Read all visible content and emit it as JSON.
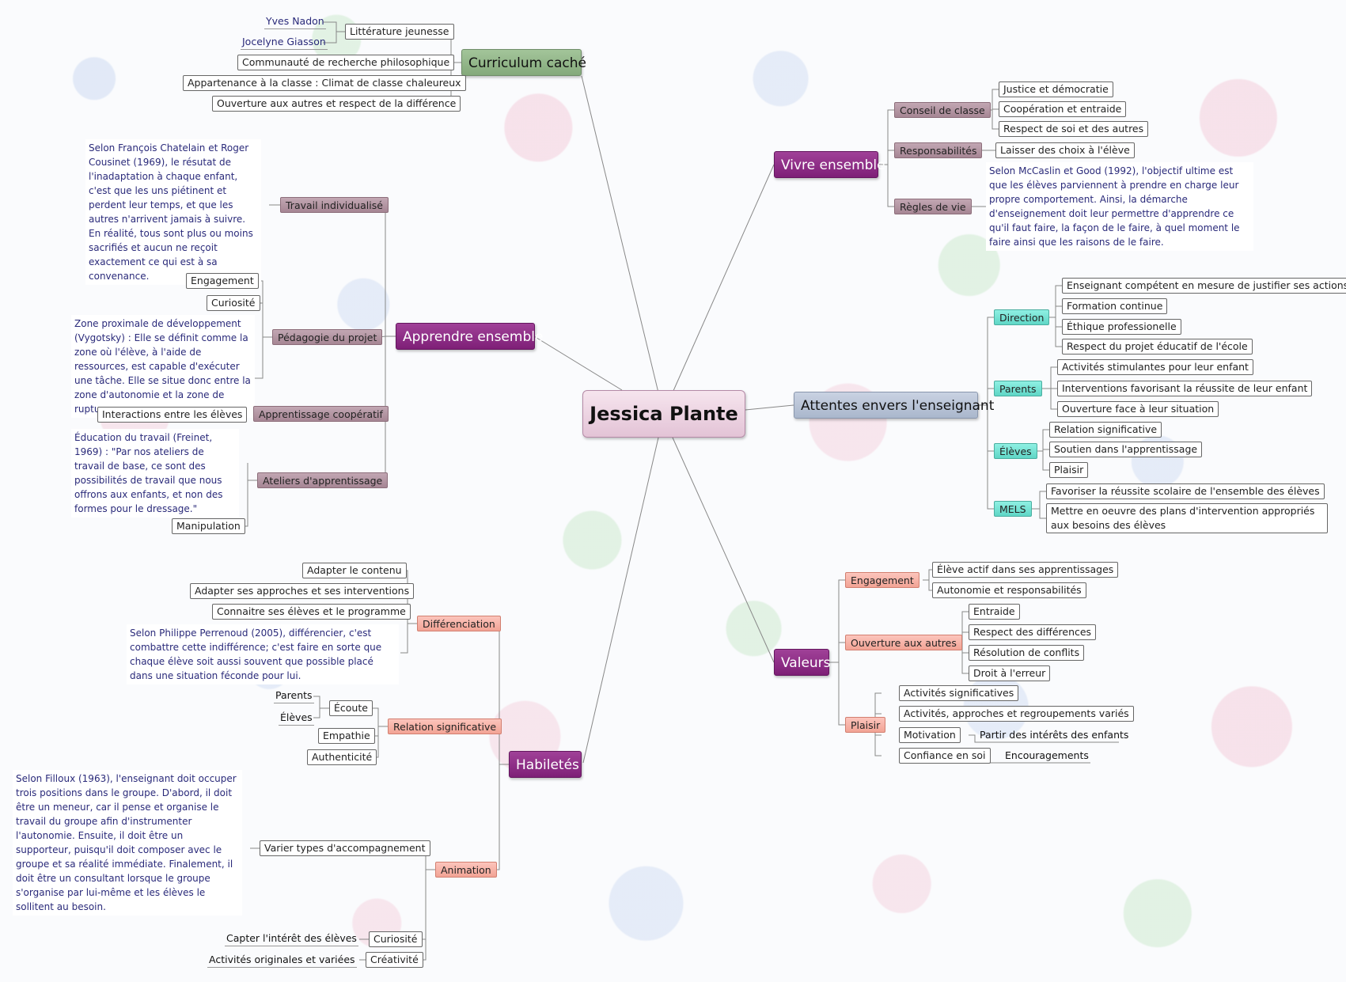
{
  "root": "Jessica Plante",
  "curriculum": {
    "title": "Curriculum caché",
    "litterature": "Littérature jeunesse",
    "nadon": "Yves Nadon",
    "giasson": "Jocelyne Giasson",
    "communaute": "Communauté de recherche philosophique",
    "appartenance": "Appartenance à la classe : Climat de classe chaleureux",
    "ouverture": "Ouverture aux autres et respect de la différence"
  },
  "apprendre": {
    "title": "Apprendre ensemble",
    "travail": "Travail individualisé",
    "travail_note": "Selon François Chatelain et Roger Cousinet (1969), le résutat de l'inadaptation à chaque enfant, c'est que les uns piétinent et perdent leur temps, et que les autres n'arrivent jamais à suivre. En réalité, tous sont plus ou moins sacrifiés et aucun ne reçoit exactement ce qui est à sa convenance.",
    "pedagogie": "Pédagogie du projet",
    "engagement": "Engagement",
    "curiosite": "Curiosité",
    "zone_note": "Zone proximale de développement (Vygotsky) : Elle se définit comme la zone où l'élève, à l'aide de ressources, est capable d'exécuter une tâche. Elle se situe donc entre la zone d'autonomie et la zone de rupture.",
    "cooperatif": "Apprentissage coopératif",
    "interactions": "Interactions entre les élèves",
    "ateliers": "Ateliers d'apprentissage",
    "freinet_note": "Éducation du travail (Freinet, 1969) : \"Par nos ateliers de travail de base, ce sont des possibilités de travail que nous offrons aux enfants, et non des formes pour le dressage.\"",
    "manipulation": "Manipulation"
  },
  "habiletes": {
    "title": "Habiletés",
    "differenciation": "Différenciation",
    "adapter_contenu": "Adapter le contenu",
    "adapter_approches": "Adapter ses approches et ses interventions",
    "connaitre": "Connaitre ses élèves et le programme",
    "perrenoud_note": "Selon Philippe Perrenoud (2005), différencier, c'est combattre cette indifférence; c'est faire en sorte que chaque élève soit aussi souvent que possible placé dans une situation féconde pour lui.",
    "relation": "Relation significative",
    "ecoute": "Écoute",
    "parents": "Parents",
    "eleves": "Élèves",
    "empathie": "Empathie",
    "authenticite": "Authenticité",
    "animation": "Animation",
    "varier": "Varier types d'accompagnement",
    "filloux_note": "Selon Filloux (1963), l'enseignant doit occuper trois positions dans le groupe. D'abord, il doit être un meneur, car il pense et organise le travail du groupe afin d'instrumenter l'autonomie. Ensuite, il doit être un supporteur, puisqu'il doit composer avec le groupe et sa réalité immédiate. Finalement, il doit être un consultant lorsque le groupe s'organise par lui-même et les élèves le sollitent au besoin.",
    "curiosite": "Curiosité",
    "capter": "Capter l'intérêt des élèves",
    "creativite": "Créativité",
    "activites": "Activités originales et variées"
  },
  "vivre": {
    "title": "Vivre ensemble",
    "conseil": "Conseil de classe",
    "justice": "Justice et démocratie",
    "cooperation": "Coopération et entraide",
    "respect": "Respect de soi et des autres",
    "responsabilites": "Responsabilités",
    "laisser": "Laisser des choix à l'élève",
    "regles": "Règles de vie",
    "mccaslin_note": "Selon McCaslin et Good (1992), l'objectif ultime est que les élèves parviennent à prendre en charge leur propre comportement. Ainsi, la démarche d'enseignement doit leur permettre d'apprendre ce qu'il faut faire, la façon de le faire, à quel moment le faire ainsi que les raisons de le faire."
  },
  "attentes": {
    "title": "Attentes envers l'enseignant",
    "direction": "Direction",
    "d1": "Enseignant compétent en mesure de justifier ses actions",
    "d2": "Formation continue",
    "d3": "Éthique professionelle",
    "d4": "Respect du projet éducatif de l'école",
    "parents": "Parents",
    "p1": "Activités stimulantes pour leur enfant",
    "p2": "Interventions favorisant la réussite de leur enfant",
    "p3": "Ouverture face à leur situation",
    "eleves": "Élèves",
    "e1": "Relation significative",
    "e2": "Soutien dans l'apprentissage",
    "e3": "Plaisir",
    "mels": "MELS",
    "m1": "Favoriser la réussite scolaire de l'ensemble des élèves",
    "m2": "Mettre en oeuvre des plans d'intervention appropriés aux besoins des élèves"
  },
  "valeurs": {
    "title": "Valeurs",
    "engagement": "Engagement",
    "eleve_actif": "Élève actif dans ses apprentissages",
    "autonomie": "Autonomie et responsabilités",
    "ouverture": "Ouverture aux autres",
    "entraide": "Entraide",
    "respect_diff": "Respect des différences",
    "resolution": "Résolution de conflits",
    "droit": "Droit à l'erreur",
    "plaisir": "Plaisir",
    "act_sig": "Activités significatives",
    "act_var": "Activités, approches et regroupements variés",
    "motivation": "Motivation",
    "partir": "Partir des intérêts des enfants",
    "confiance": "Confiance en soi",
    "encouragements": "Encouragements"
  },
  "colors": {
    "curriculum": "#8fb386",
    "purple": "#8a2a82",
    "attentes": "#b6c2d6",
    "mauve": "#b3949f",
    "teal": "#74e3d5",
    "salmon": "#f7b2a7",
    "note_text": "#2a2a7a"
  }
}
